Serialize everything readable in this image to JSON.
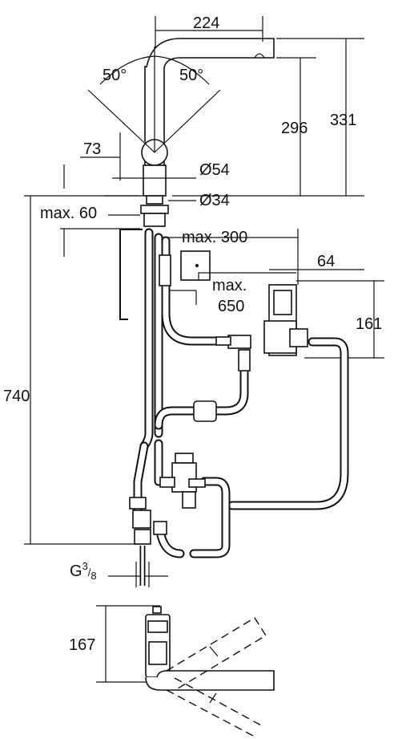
{
  "dimensions": {
    "spout_reach": "224",
    "angle_left": "50°",
    "angle_right": "50°",
    "height_spout": "296",
    "height_total": "331",
    "lever_reach": "73",
    "diameter_body": "Ø54",
    "diameter_shank": "Ø34",
    "max_thickness": "max. 60",
    "max_300": "max. 300",
    "box_width": "64",
    "max_650_line1": "max.",
    "max_650_line2": "650",
    "box_height": "161",
    "below_counter": "740",
    "thread_base": "G",
    "thread_num": "3",
    "thread_den": "8",
    "lever_height": "167"
  },
  "colors": {
    "ink": "#111111",
    "background": "#ffffff"
  }
}
